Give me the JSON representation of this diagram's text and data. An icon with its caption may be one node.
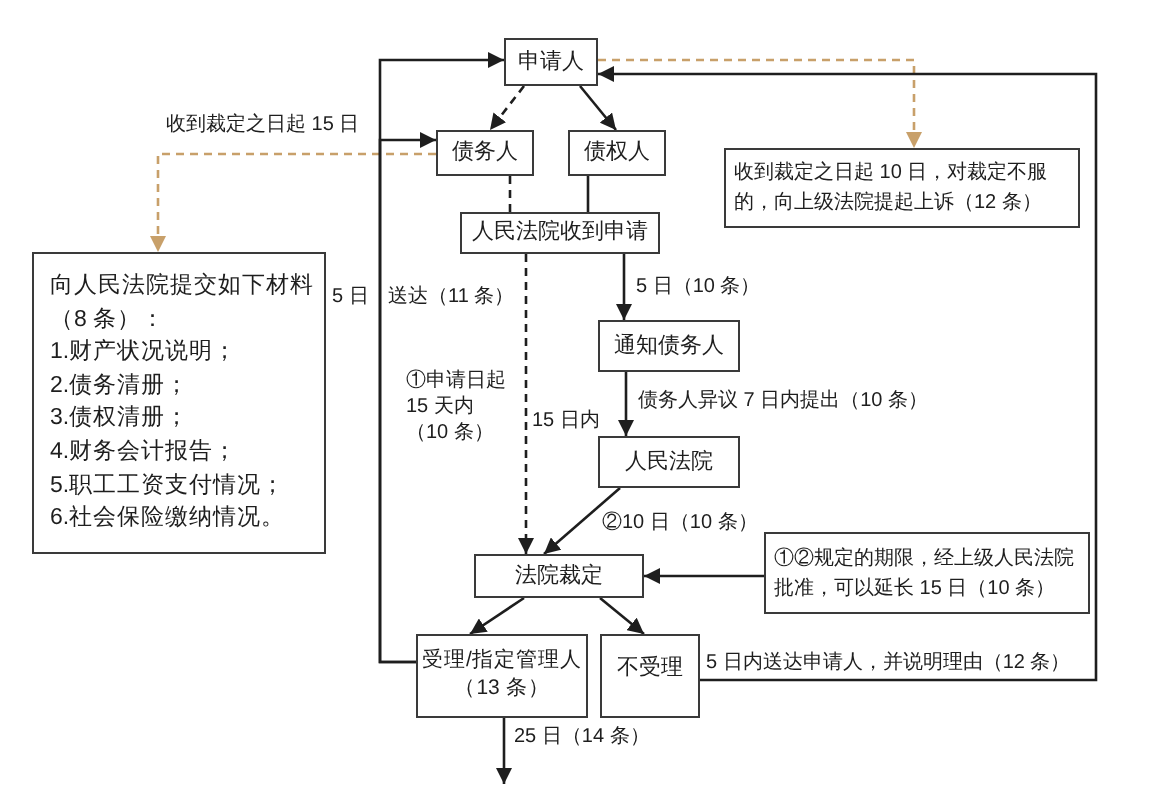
{
  "diagram": {
    "nodes": [
      {
        "text": [
          "申请人"
        ]
      },
      {
        "text": [
          "债务人"
        ]
      },
      {
        "text": [
          "债权人"
        ]
      },
      {
        "text": [
          "人民法院收到申请"
        ]
      },
      {
        "text": [
          "向人民法院提交如下材料（8 条）：",
          "1.财产状况说明；",
          "2.债务清册；",
          "3.债权清册；",
          "4.财务会计报告；",
          "5.职工工资支付情况；",
          "6.社会保险缴纳情况。"
        ]
      },
      {
        "text": [
          "收到裁定之日起 10 日，对裁定不服的，向上级法院提起上诉（12 条）"
        ]
      },
      {
        "text": [
          "通知债务人"
        ]
      },
      {
        "text": [
          "人民法院"
        ]
      },
      {
        "text": [
          "法院裁定"
        ]
      },
      {
        "text": [
          "①②规定的期限，经上级人民法院批准，可以延长 15 日（10 条）"
        ]
      },
      {
        "text": [
          "受理/指定管理人（13 条）"
        ]
      },
      {
        "text": [
          "不受理"
        ]
      }
    ],
    "edges": [
      {
        "from": 0,
        "to": 1,
        "arrow": "to",
        "style": "dashed"
      },
      {
        "from": 0,
        "to": 2,
        "arrow": "to"
      },
      {
        "from": 0,
        "to": 5,
        "arrow": "to",
        "style": "dashed",
        "color": "#c8a06a"
      },
      {
        "from": 1,
        "to": 3,
        "arrow": "none",
        "style": "dashed"
      },
      {
        "from": 1,
        "to": 4,
        "arrow": "to",
        "style": "dashed",
        "color": "#c8a06a",
        "label": "收到裁定之日起 15 日"
      },
      {
        "from": 2,
        "to": 3,
        "arrow": "none"
      },
      {
        "from": 3,
        "to": 6,
        "arrow": "to",
        "label": "5 日（10 条）"
      },
      {
        "from": 3,
        "to": 8,
        "arrow": "to",
        "style": "dashed",
        "label": "①申请日起 15 天内（10 条）"
      },
      {
        "from": 6,
        "to": 7,
        "arrow": "to",
        "label": "债务人异议 7 日内提出（10 条）"
      },
      {
        "from": 7,
        "to": 8,
        "arrow": "to",
        "label": "②10 日（10 条）"
      },
      {
        "from": 9,
        "to": 8,
        "arrow": "to"
      },
      {
        "from": 8,
        "to": 10,
        "arrow": "to"
      },
      {
        "from": 8,
        "to": 11,
        "arrow": "to"
      },
      {
        "from": 10,
        "to": 0,
        "arrow": "to"
      },
      {
        "from": 10,
        "to": 1,
        "arrow": "to"
      },
      {
        "from": 11,
        "to": 0,
        "arrow": "to",
        "label": "5 日内送达申请人，并说明理由（12 条）"
      },
      {
        "from": 10,
        "to": null,
        "arrow": "to",
        "label": "25 日（14 条）"
      }
    ],
    "labels": [
      "5 日",
      "送达（11 条）",
      "15 日内"
    ]
  }
}
